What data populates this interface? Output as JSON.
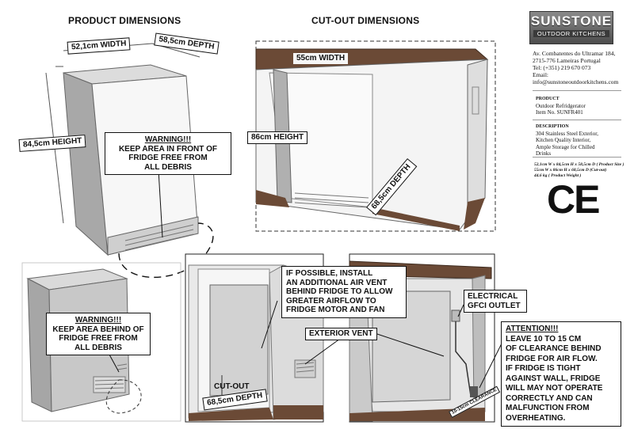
{
  "headers": {
    "product_dimensions": "PRODUCT DIMENSIONS",
    "cutout_dimensions": "CUT-OUT DIMENSIONS"
  },
  "product": {
    "width": "52,1cm  WIDTH",
    "depth": "58,5cm DEPTH",
    "height": "84,5cm HEIGHT"
  },
  "cutout": {
    "width": "55cm WIDTH",
    "height": "86cm HEIGHT",
    "depth": "68,5cm DEPTH",
    "label": "CUT-OUT",
    "label_depth": "68,5cm DEPTH"
  },
  "warnings": {
    "front_title": "WARNING!!!",
    "front_lines": [
      "KEEP  AREA IN  FRONT OF",
      "FRIDGE FREE FROM",
      "ALL DEBRIS"
    ],
    "behind_title": "WARNING!!!",
    "behind_lines": [
      "KEEP  AREA BEHIND OF",
      "FRIDGE FREE FROM",
      "ALL DEBRIS"
    ]
  },
  "air_vent_note": [
    "IF POSSIBLE, INSTALL",
    "AN ADDITIONAL AIR VENT",
    "BEHIND FRIDGE TO ALLOW",
    "GREATER AIRFLOW TO",
    "FRIDGE MOTOR AND FAN"
  ],
  "exterior_vent": "EXTERIOR  VENT",
  "electrical": [
    "ELECTRICAL",
    "GFCI OUTLET"
  ],
  "attention": {
    "title": "ATTENTION!!!",
    "lines": [
      "LEAVE 10 TO 15 CM",
      "OF CLEARANCE BEHIND",
      "FRIDGE FOR AIR FLOW.",
      "IF FRIDGE IS TIGHT",
      "AGAINST WALL, FRIDGE",
      "WILL MAY NOT OPERATE",
      "CORRECTLY AND CAN",
      "MALFUNCTION FROM",
      "OVERHEATING."
    ]
  },
  "clearance_label": "10-15cm CLEARANCE",
  "brand": {
    "name": "SUNSTONE",
    "tagline": "OUTDOOR KITCHENS",
    "address_lines": [
      "Av. Combatentes do Ultramar 184,",
      "2715-776 Lameiras Portugal",
      "Tel: (+351) 219 670 073",
      "Email:",
      "info@sunstoneoutdoorkitchens.com"
    ]
  },
  "product_info": {
    "heading": "PRODUCT",
    "lines": [
      "Outdoor Refridgerator",
      "Item No. SUNFR401"
    ]
  },
  "description": {
    "heading": "DESCRIPTION",
    "lines": [
      "304 Stainless Steel Exterior,",
      "Kitchen Quality Interior,",
      "Ample Storage for Chilled",
      "Drinks"
    ]
  },
  "specs": [
    "52,1cm W x 84,5cm H x 58,5cm D ( Product Size )",
    "55cm W x 86cm H x 68,5cm D (Cut-out)",
    "44.6 kg ( Product Weight )"
  ],
  "ce_mark": "CE",
  "colors": {
    "counter_brown": "#6b4a36",
    "fridge_gray": "#c9c9c9",
    "frame_gray": "#9a9a9a"
  }
}
